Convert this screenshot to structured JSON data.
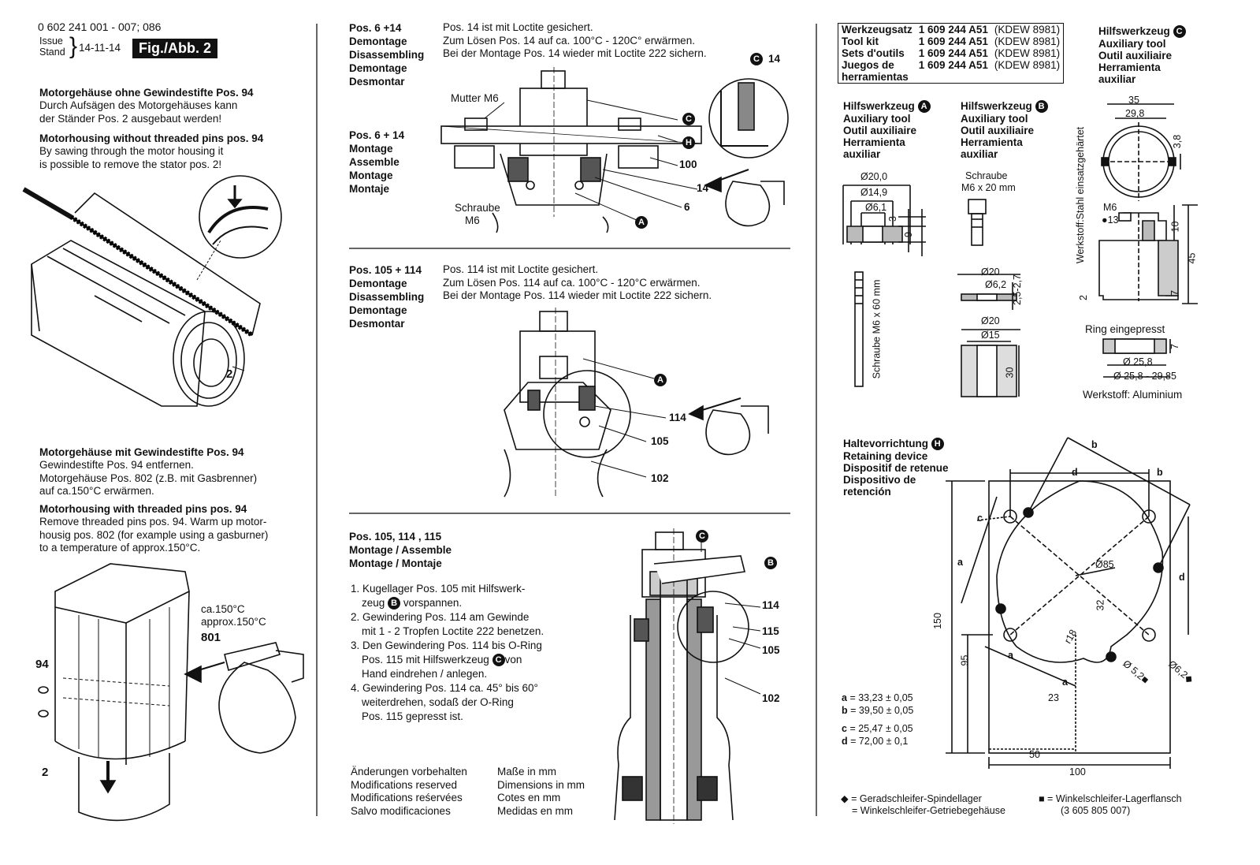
{
  "header": {
    "doc_number": "0 602 241 001 - 007; 086",
    "issue_label_1": "Issue",
    "issue_label_2": "Stand",
    "issue_date": "14-11-14",
    "fig_label": "Fig./Abb. 2"
  },
  "col1": {
    "s1_title_de": "Motorgehäuse ohne Gewindestifte Pos. 94",
    "s1_body_de": [
      "Durch Aufsägen des Motorgehäuses kann",
      "der Ständer Pos. 2 ausgebaut werden!"
    ],
    "s1_title_en": "Motorhousing without threaded pins pos. 94",
    "s1_body_en": [
      "By sawing through the motor housing it",
      "is possible to remove the stator pos. 2!"
    ],
    "fig1_label": "2",
    "s2_title_de": "Motorgehäuse mit Gewindestifte Pos. 94",
    "s2_body_de": [
      "Gewindestifte Pos. 94 entfernen.",
      "Motorgehäuse Pos. 802 (z.B. mit Gasbrenner)",
      "auf ca.150°C erwärmen."
    ],
    "s2_title_en": "Motorhousing with threaded pins pos. 94",
    "s2_body_en": [
      "Remove threaded pins pos. 94. Warm up motor-",
      "housig pos. 802 (for example using a gasburner)",
      "to a temperature of approx.150°C."
    ],
    "fig2_temp_1": "ca.150°C",
    "fig2_temp_2": "approx.150°C",
    "fig2_801": "801",
    "fig2_94": "94",
    "fig2_2": "2"
  },
  "col2": {
    "sec1": {
      "pos_title": "Pos. 6 +14",
      "langs": [
        "Demontage",
        "Disassembling",
        "Demontage",
        "Desmontar"
      ],
      "text": [
        "Pos. 14 ist mit Loctite gesichert.",
        "Zum Lösen Pos. 14 auf ca. 100°C - 120C° erwärmen.",
        "Bei der Montage Pos. 14 wieder mit Loctite 222 sichern."
      ],
      "pos_title_2": "Pos. 6 + 14",
      "langs_2": [
        "Montage",
        "Assemble",
        "Montage",
        "Montaje"
      ],
      "labels": {
        "mutter": "Mutter M6",
        "schraube1": "Schraube",
        "schraube2": "M6",
        "c": "C",
        "h": "H",
        "n100": "100",
        "n14": "14",
        "n6": "6",
        "a": "A",
        "c14": "14"
      }
    },
    "sec2": {
      "pos_title": "Pos. 105 + 114",
      "langs": [
        "Demontage",
        "Disassembling",
        "Demontage",
        "Desmontar"
      ],
      "text": [
        "Pos. 114 ist mit Loctite gesichert.",
        "Zum Lösen Pos. 114 auf ca. 100°C - 120°C erwärmen.",
        "Bei der Montage Pos. 114 wieder mit Loctite 222 sichern."
      ],
      "labels": {
        "a": "A",
        "n114": "114",
        "n105": "105",
        "n102": "102"
      }
    },
    "sec3": {
      "pos_title": "Pos. 105, 114 , 115",
      "langs": [
        "Montage / Assemble",
        "Montage / Montaje"
      ],
      "steps": [
        [
          "1. Kugellager Pos. 105 mit Hilfswerk-",
          "zeug",
          "vorspannen."
        ],
        [
          "2. Gewindering Pos. 114 am Gewinde",
          "mit 1 - 2 Tropfen Loctite 222 benetzen."
        ],
        [
          "3. Den Gewindering Pos. 114 bis O-Ring",
          "Pos. 115 mit Hilfswerkzeug",
          "von",
          "Hand eindrehen / anlegen."
        ],
        [
          "4. Gewindering Pos. 114 ca. 45° bis 60°",
          "weiterdrehen, sodaß der O-Ring",
          "Pos. 115 gepresst ist."
        ]
      ],
      "step_icons": {
        "b": "B",
        "c": "C"
      },
      "labels": {
        "c": "C",
        "b": "B",
        "n114": "114",
        "n115": "115",
        "n105": "105",
        "n102": "102"
      },
      "mods": [
        "Änderungen vorbehalten",
        "Modifications reserved",
        "Modifications reśervées",
        "Salvo modificaciones"
      ],
      "dims": [
        "Maße in mm",
        "Dimensions in mm",
        "Cotes en mm",
        "Medidas en mm"
      ]
    }
  },
  "col3": {
    "kit_rows": [
      {
        "label": "Werkzeugsatz",
        "num": "1 609 244 A51",
        "code": "(KDEW 8981)"
      },
      {
        "label": "Tool kit",
        "num": "1 609 244 A51",
        "code": "(KDEW 8981)"
      },
      {
        "label": "Sets d'outils",
        "num": "1 609 244 A51",
        "code": "(KDEW 8981)"
      },
      {
        "label": "Juegos de",
        "num": "1 609 244 A51",
        "code": "(KDEW 8981)"
      },
      {
        "label": "herramientas",
        "num": "",
        "code": ""
      }
    ],
    "tool_c": {
      "lines": [
        "Hilfswerkzeug",
        "Auxiliary tool",
        "Outil auxiliaire",
        "Herramienta",
        "auxiliar"
      ],
      "icon": "C"
    },
    "tool_a": {
      "lines": [
        "Hilfswerkzeug",
        "Auxiliary tool",
        "Outil auxiliaire",
        "Herramienta",
        "auxiliar"
      ],
      "icon": "A",
      "dims": {
        "d20": "Ø20,0",
        "d149": "Ø14,9",
        "d61": "Ø6,1",
        "h3": "3",
        "h9": "9",
        "screw": "Schraube M6 x 60 mm"
      }
    },
    "tool_b": {
      "lines": [
        "Hilfswerkzeug",
        "Auxiliary tool",
        "Outil auxiliaire",
        "Herramienta",
        "auxiliar"
      ],
      "icon": "B",
      "screw_1": "Schraube",
      "screw_2": "M6 x 20 mm",
      "dims": {
        "d20a": "Ø20",
        "d62": "Ø6,2",
        "h2527": "2,5-2,7",
        "d20b": "Ø20",
        "d15": "Ø15",
        "h30": "30"
      }
    },
    "tool_c_dims": {
      "w35": "35",
      "w298": "29,8",
      "h38": "3,8",
      "m6": "M6",
      "n13": "13",
      "h10": "10",
      "h45": "45",
      "h7a": "7",
      "h2": "2",
      "material_steel": "Werkstoff:Stahl einsatzgehärtet",
      "ring": "Ring eingepresst",
      "h7b": "7",
      "d258": "Ø 25,8",
      "d258285": "Ø 25,8 - 29,85",
      "material_al": "Werkstoff: Aluminium"
    },
    "retainer": {
      "lines": [
        "Haltevorrichtung",
        "Retaining device",
        "Dispositif de retenue",
        "Dispositivo de",
        "retención"
      ],
      "icon": "H",
      "dims": {
        "b1": "b",
        "d1": "d",
        "b2": "b",
        "c": "c",
        "a1": "a",
        "d85": "Ø85",
        "d2": "d",
        "h32": "32",
        "r18": "r18",
        "a2": "a",
        "a3": "a",
        "w23": "23",
        "d52": "Ø 5,2",
        "d62": "Ø6,2",
        "h150": "150",
        "h95": "95",
        "w50": "50",
        "w100": "100"
      },
      "values": [
        {
          "k": "a",
          "v": "= 33,23 ± 0,05"
        },
        {
          "k": "b",
          "v": "= 39,50 ± 0,05"
        },
        {
          "k": "c",
          "v": "= 25,47 ± 0,05"
        },
        {
          "k": "d",
          "v": "= 72,00 ± 0,1"
        }
      ]
    },
    "legend": {
      "diamond_1": "= Geradschleifer-Spindellager",
      "diamond_2": "= Winkelschleifer-Getriebegehäuse",
      "square_1": "= Winkelschleifer-Lagerflansch",
      "square_2": "(3 605 805 007)"
    }
  }
}
